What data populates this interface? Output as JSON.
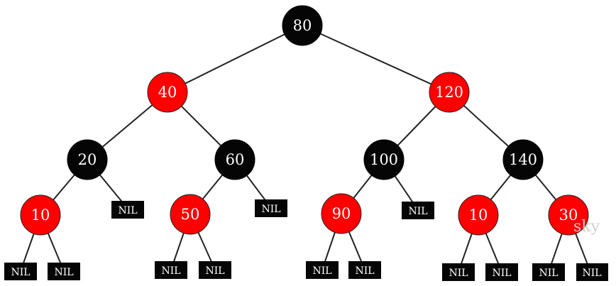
{
  "colors": {
    "black_node": "#050505",
    "red_node": "#ff0000",
    "edge": "#222222",
    "nil_box": "#050505",
    "label": "#ffffff",
    "watermark": "#d0d0d0"
  },
  "tree": {
    "root": {
      "label": "80",
      "color": "black"
    },
    "n40": {
      "label": "40",
      "color": "red"
    },
    "n120": {
      "label": "120",
      "color": "red"
    },
    "n20": {
      "label": "20",
      "color": "black"
    },
    "n60": {
      "label": "60",
      "color": "black"
    },
    "n100": {
      "label": "100",
      "color": "black"
    },
    "n140": {
      "label": "140",
      "color": "black"
    },
    "n10a": {
      "label": "10",
      "color": "red"
    },
    "n50": {
      "label": "50",
      "color": "red"
    },
    "n90": {
      "label": "90",
      "color": "red"
    },
    "n10b": {
      "label": "10",
      "color": "red"
    },
    "n30": {
      "label": "30",
      "color": "red"
    },
    "nil_label": "NIL"
  },
  "watermark": "sky"
}
